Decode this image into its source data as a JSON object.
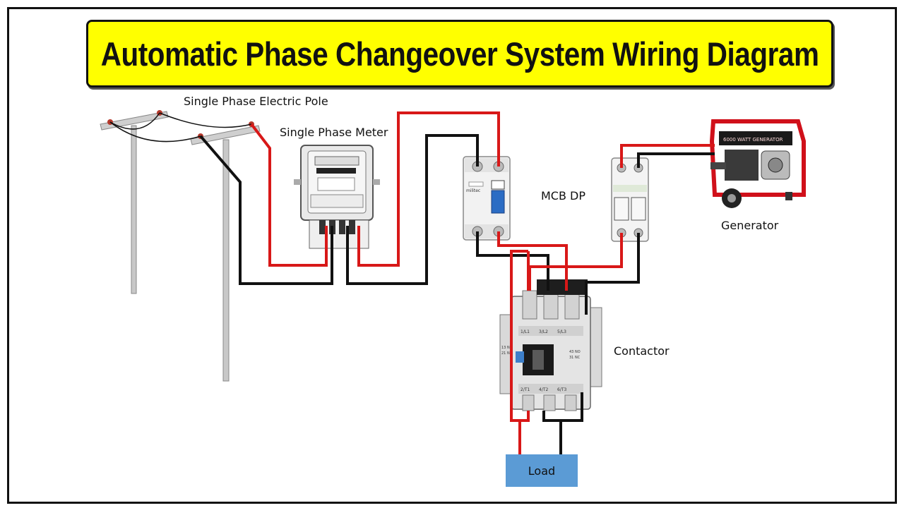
{
  "title": "Automatic Phase Changeover System Wiring Diagram",
  "labels": {
    "pole": "Single Phase Electric Pole",
    "meter": "Single Phase Meter",
    "mcb": "MCB DP",
    "generator": "Generator",
    "contactor": "Contactor",
    "load": "Load"
  },
  "device_text": {
    "mcb_brand": "militec",
    "generator_banner": "6000 WATT GENERATOR",
    "contactor_terminals_top": [
      "1/L1",
      "3/L2",
      "5/L3"
    ],
    "contactor_terminals_bottom": [
      "2/T1",
      "4/T2",
      "6/T3"
    ],
    "contactor_aux_left": [
      "13 NO",
      "21 NC"
    ],
    "contactor_aux_right": [
      "43 NO",
      "31 NC"
    ]
  },
  "colors": {
    "banner": "#ffff00",
    "live_wire": "#d81818",
    "neutral_wire": "#111111",
    "load_box": "#5b9bd5",
    "generator_frame": "#d0101a"
  }
}
